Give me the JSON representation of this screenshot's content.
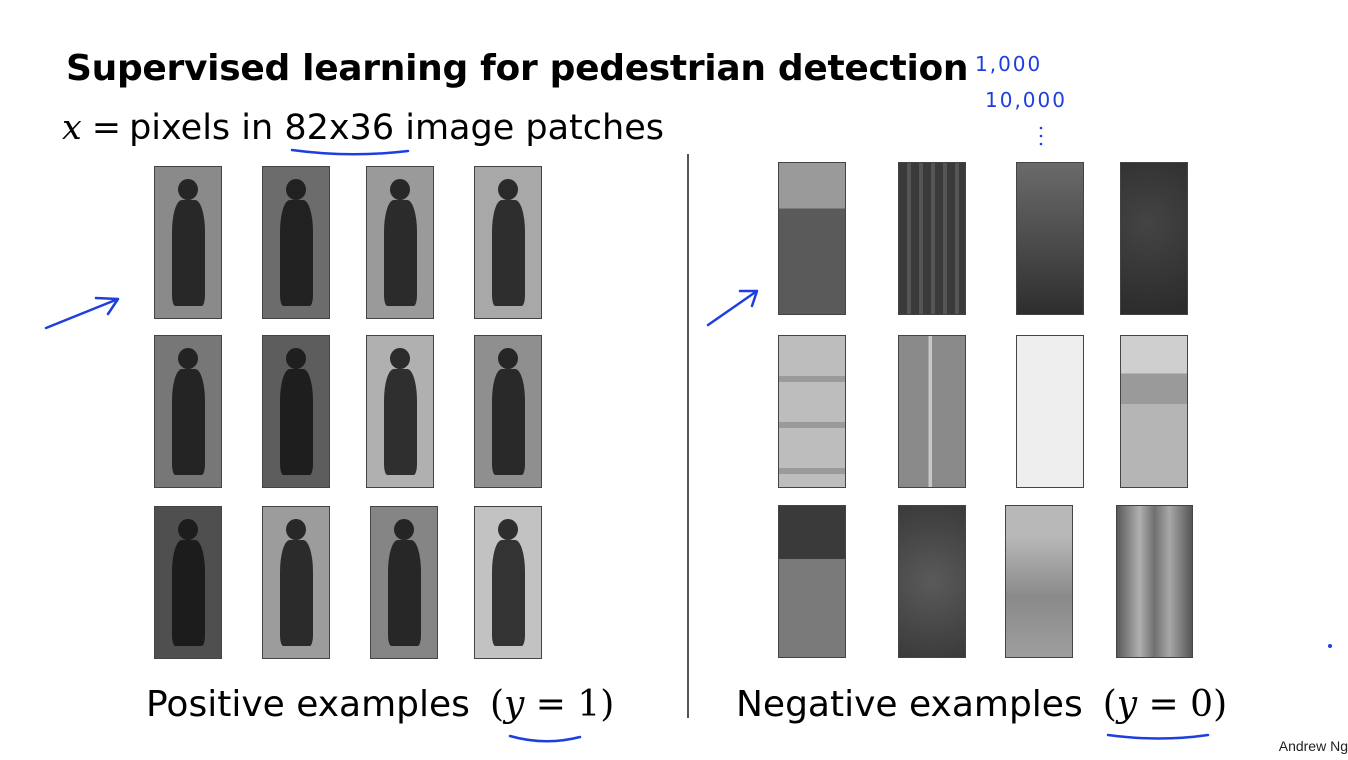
{
  "slide": {
    "title": "Supervised learning for pedestrian detection",
    "subtitle": {
      "var": "x",
      "eq": "=",
      "pre": "pixels in ",
      "size": "82x36",
      "post": " image patches"
    },
    "positive": {
      "label": "Positive examples",
      "expr_open": "(",
      "var": "y",
      "eq": " = ",
      "value": "1",
      "expr_close": ")"
    },
    "negative": {
      "label": "Negative examples",
      "expr_open": "(",
      "var": "y",
      "eq": " = ",
      "value": "0",
      "expr_close": ")"
    },
    "credit": "Andrew Ng"
  },
  "annotations": {
    "count_small": "1,000",
    "count_large": "10,000",
    "ink_color": "#1f3ee0"
  },
  "colors": {
    "positive_patches": [
      "#8a8a8a",
      "#6c6c6c",
      "#9a9a9a",
      "#a8a8a8",
      "#777777",
      "#5d5d5d",
      "#b0b0b0",
      "#8f8f8f",
      "#4f4f4f",
      "#9c9c9c",
      "#858585",
      "#c2c2c2"
    ],
    "negative_patches": [
      "#5a5a5a",
      "#3a3a3a",
      "#474747",
      "#2e2e2e",
      "#bdbdbd",
      "#9a9a9a",
      "#e8e8e8",
      "#b5b5b5",
      "#7a7a7a",
      "#4a4a4a",
      "#9e9e9e",
      "#888888"
    ]
  }
}
